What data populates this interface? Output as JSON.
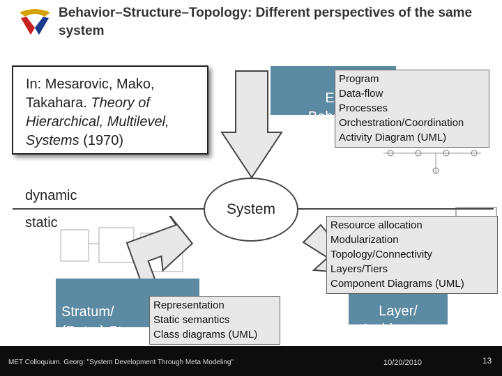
{
  "slide": {
    "title": "Behavior–Structure–Topology: Different perspectives of the same system",
    "reference": {
      "prefix": "In: Mesarovic, Mako, Takahara. ",
      "italic": "Theory of Hierarchical, Multilevel, Systems",
      "suffix": " (1970)"
    },
    "dynamic_label": "dynamic",
    "static_label": "static",
    "system_label": "System",
    "behavior_partial": "Ec\nBehavio",
    "stratum_partial": "Stratum/\n(Data-) Struc",
    "layer_partial": "Layer/\nArchitecture",
    "behavior_tip": [
      "Program",
      "Data-flow",
      "Processes",
      "Orchestration/Coordination",
      "Activity Diagram (UML)"
    ],
    "topology_tip": [
      "Resource allocation",
      "Modularization",
      "Topology/Connectivity",
      "Layers/Tiers",
      "Component Diagrams (UML)"
    ],
    "structure_tip": [
      "Representation",
      "Static semantics",
      "Class diagrams (UML)"
    ]
  },
  "footer": {
    "left_text": "MET Colloquium. Georg: \"System Development Through Meta Modeling\"",
    "date": "10/20/2010",
    "page_number": "13"
  },
  "colors": {
    "teal": "#5d8aa3",
    "footer_bg": "#0d0d0d",
    "tip_bg": "#e8e8e8"
  }
}
